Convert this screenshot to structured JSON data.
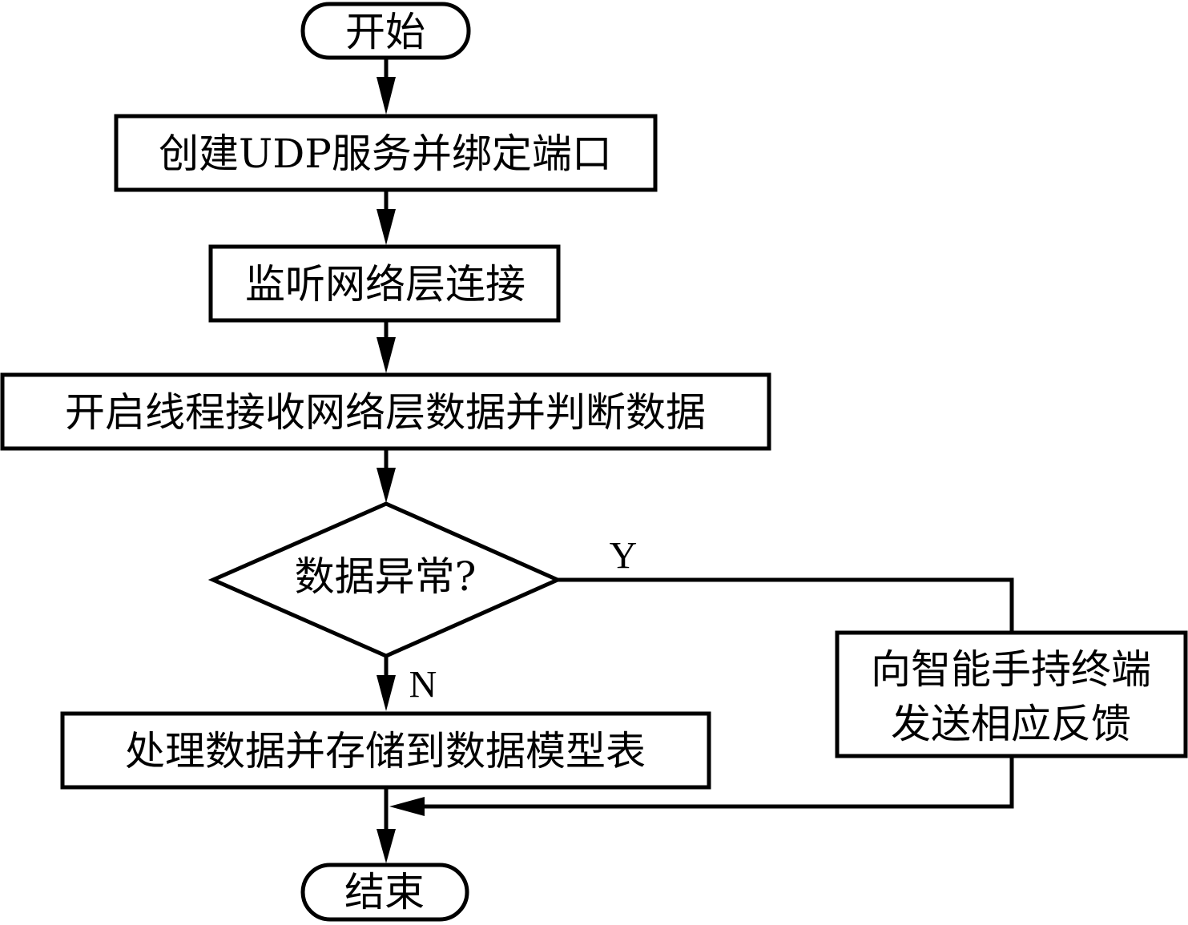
{
  "diagram": {
    "type": "flowchart",
    "colors": {
      "stroke": "#000000",
      "fill": "#ffffff",
      "text": "#000000"
    },
    "nodes": {
      "start": {
        "shape": "terminal",
        "label": "开始"
      },
      "create_udp": {
        "shape": "process",
        "label": "创建UDP服务并绑定端口"
      },
      "listen": {
        "shape": "process",
        "label": "监听网络层连接"
      },
      "thread_receive": {
        "shape": "process",
        "label": "开启线程接收网络层数据并判断数据"
      },
      "decision": {
        "shape": "decision",
        "label": "数据异常?"
      },
      "feedback": {
        "shape": "process",
        "label_line1": "向智能手持终端",
        "label_line2": "发送相应反馈"
      },
      "store": {
        "shape": "process",
        "label": "处理数据并存储到数据模型表"
      },
      "end": {
        "shape": "terminal",
        "label": "结束"
      }
    },
    "edges": [
      {
        "from": "start",
        "to": "create_udp"
      },
      {
        "from": "create_udp",
        "to": "listen"
      },
      {
        "from": "listen",
        "to": "thread_receive"
      },
      {
        "from": "thread_receive",
        "to": "decision"
      },
      {
        "from": "decision",
        "to": "feedback",
        "label": "Y"
      },
      {
        "from": "decision",
        "to": "store",
        "label": "N"
      },
      {
        "from": "store",
        "to": "end"
      },
      {
        "from": "feedback",
        "to": "end"
      }
    ],
    "edge_labels": {
      "yes": "Y",
      "no": "N"
    }
  }
}
